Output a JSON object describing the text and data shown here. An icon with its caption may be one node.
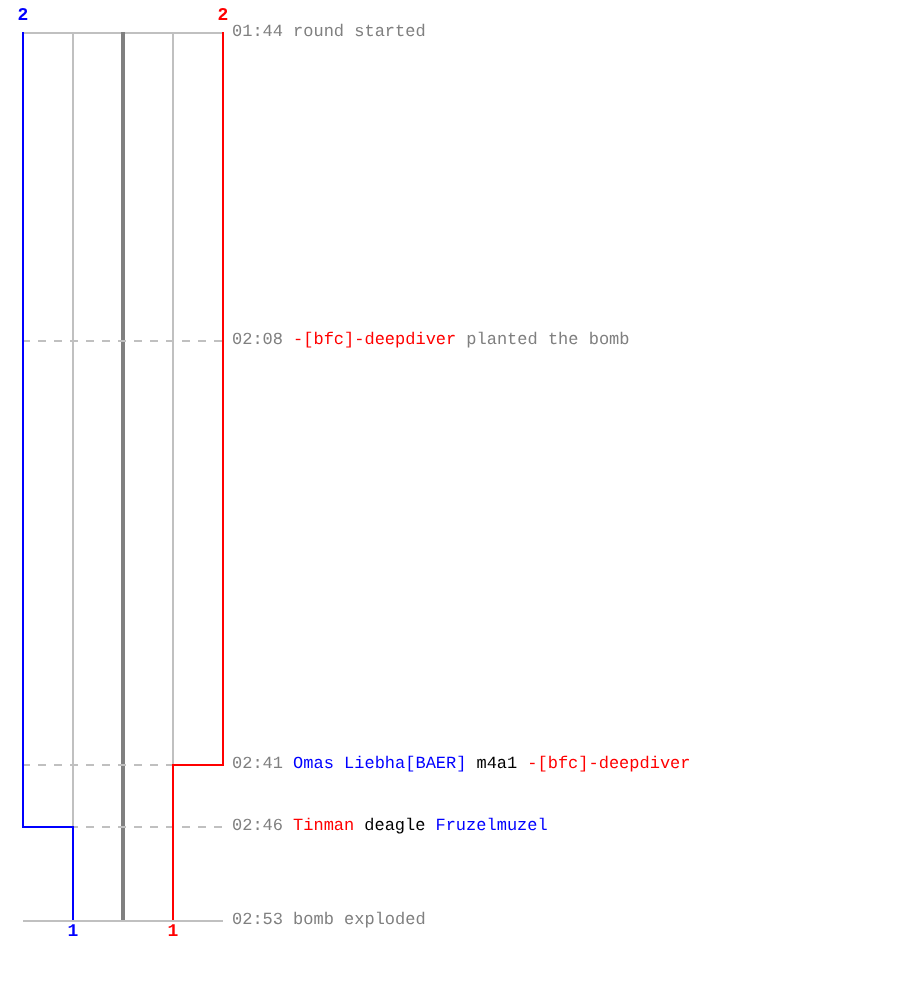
{
  "diagram": {
    "labels": [
      "2",
      "2",
      "01:44",
      "round started",
      "02:08",
      "-[bfc]-deepdiver",
      "planted the bomb",
      "02:41",
      "Omas Liebha[BAER]",
      "m4a1",
      "-[bfc]-deepdiver",
      "02:46",
      "Tinman",
      "deagle",
      "Fruzelmuzel",
      "02:53",
      "bomb exploded",
      "1",
      "1"
    ]
  }
}
